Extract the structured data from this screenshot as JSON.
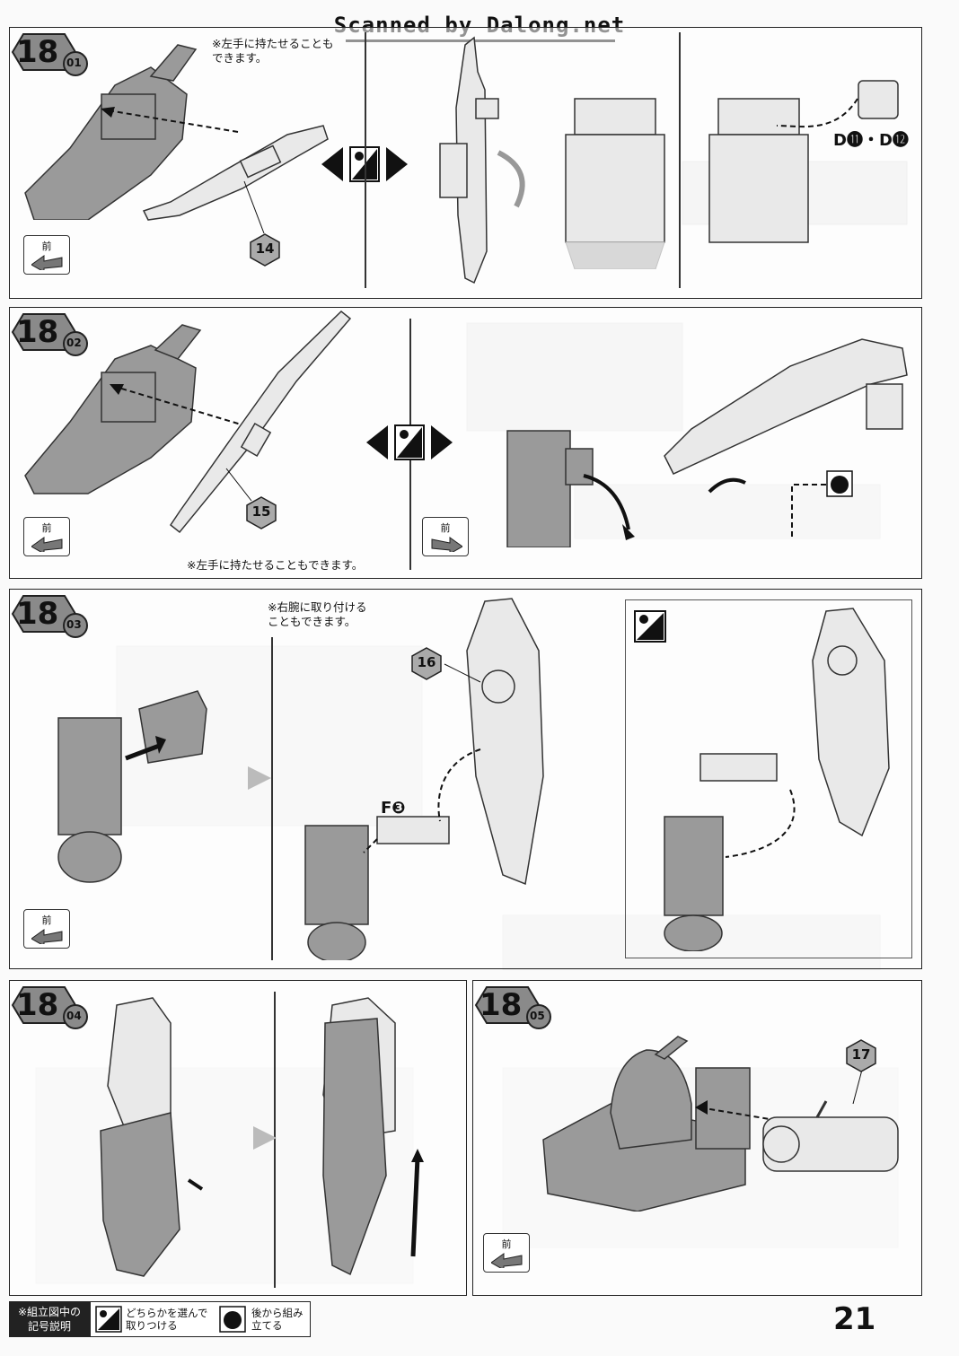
{
  "watermark": "Scanned by Dalong.net",
  "page_number": "21",
  "steps": [
    {
      "major": "18",
      "sub": "01",
      "part": "14",
      "note": "※左手に持たせることも\nできます。",
      "direction_label": "前",
      "parts_label": "D⓫・D⓬"
    },
    {
      "major": "18",
      "sub": "02",
      "part": "15",
      "note": "※左手に持たせることもできます。",
      "direction_label": "前",
      "direction_label_2": "前"
    },
    {
      "major": "18",
      "sub": "03",
      "part": "16",
      "note": "※右腕に取り付ける\nこともできます。",
      "direction_label": "前",
      "parts_label": "F❸"
    },
    {
      "major": "18",
      "sub": "04"
    },
    {
      "major": "18",
      "sub": "05",
      "part": "17",
      "direction_label": "前"
    }
  ],
  "legend": {
    "title": "※組立図中の\n記号説明",
    "items": [
      {
        "icon": "choose-icon",
        "text": "どちらかを選んで取りつける"
      },
      {
        "icon": "assemble-later-icon",
        "text": "後から組み立てる"
      }
    ]
  }
}
